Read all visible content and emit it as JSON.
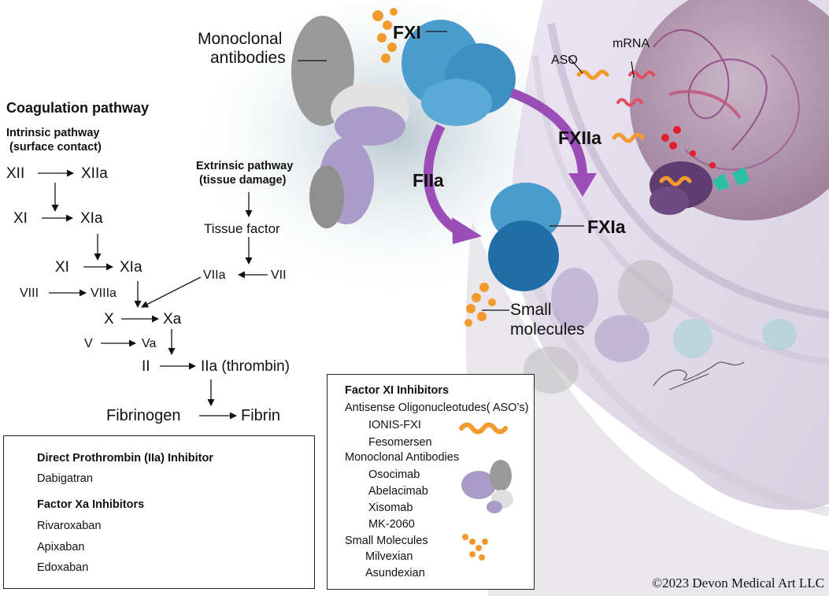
{
  "pathway": {
    "title": "Coagulation pathway",
    "intrinsic_title": "Intrinsic pathway",
    "intrinsic_sub": "(surface contact)",
    "extrinsic_title": "Extrinsic pathway",
    "extrinsic_sub": "(tissue damage)",
    "nodes": {
      "xii": "XII",
      "xiia": "XIIa",
      "xi1": "XI",
      "xia1": "XIa",
      "xi2": "XI",
      "xia2": "XIa",
      "tissue_factor": "Tissue factor",
      "viia": "VIIa",
      "vii": "VII",
      "viii": "VIII",
      "viiia": "VIIIa",
      "x": "X",
      "xa": "Xa",
      "v": "V",
      "va": "Va",
      "ii": "II",
      "iia": "IIa (thrombin)",
      "fibrinogen": "Fibrinogen",
      "fibrin": "Fibrin"
    }
  },
  "direct_box": {
    "h1": "Direct Prothrombin (IIa) Inhibitor",
    "d1": "Dabigatran",
    "h2": "Factor Xa Inhibitors",
    "items": [
      "Rivaroxaban",
      "Apixaban",
      "Edoxaban"
    ]
  },
  "fxi_box": {
    "title": "Factor XI Inhibitors",
    "aso_header": "Antisense Oligonucleotudes( ASO’s)",
    "aso_items": [
      "IONIS-FXI",
      "Fesomersen"
    ],
    "mab_header": " Monoclonal Antibodies",
    "mab_items": [
      "Osocimab",
      "Abelacimab",
      "Xisomab",
      "MK-2060"
    ],
    "sm_header": "Small Molecules",
    "sm_items": [
      "Milvexian",
      "Asundexian"
    ]
  },
  "illustration": {
    "mab_label_1": "Monoclonal",
    "mab_label_2": "antibodies",
    "fxi": "FXI",
    "aso": "ASO",
    "mrna": "mRNA",
    "fxiia": "FXIIa",
    "fiia": "FIIa",
    "fxia": "FXIa",
    "sm_label_1": "Small",
    "sm_label_2": "molecules",
    "colors": {
      "protein_blue": "#4a9ccd",
      "protein_dark_blue": "#1f6fa6",
      "arrow_purple": "#9b4db8",
      "aso_orange": "#f29a2e",
      "mab_purple": "#a99cc8",
      "mab_gray": "#9a9a9a",
      "nucleus": "#a7889f",
      "cell_membrane": "#d9cfe0"
    }
  },
  "copyright": "©2023 Devon Medical Art LLC"
}
